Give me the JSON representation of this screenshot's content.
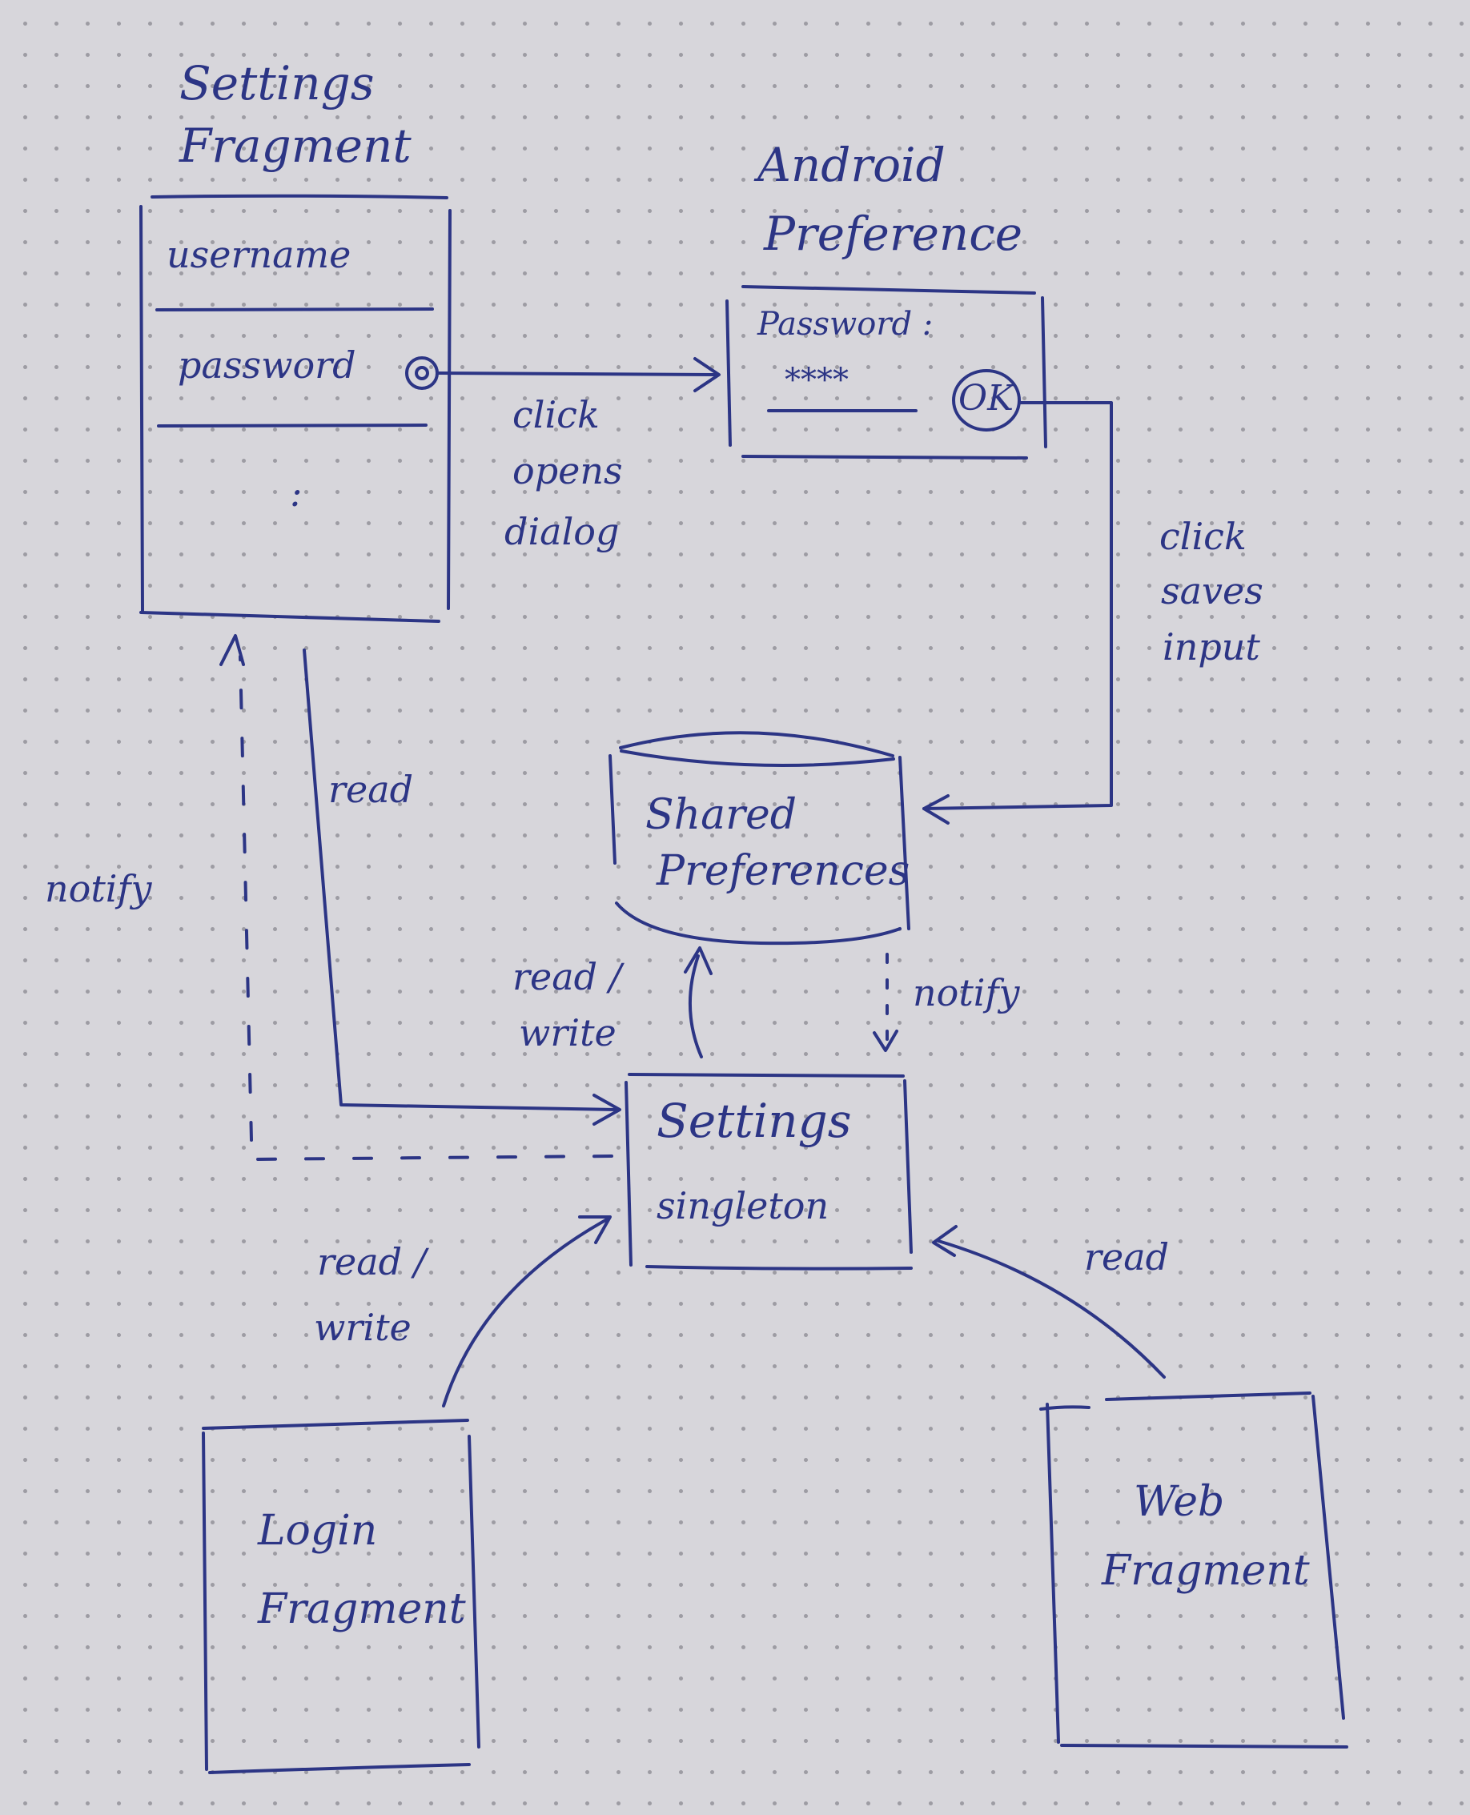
{
  "settings_fragment": {
    "title_line1": "Settings",
    "title_line2": "Fragment",
    "items": [
      "username",
      "password"
    ],
    "ellipsis": ":"
  },
  "android_preference": {
    "title_line1": "Android",
    "title_line2": "Preference",
    "field_label": "Password :",
    "masked_value": "****",
    "ok_label": "OK"
  },
  "shared_preferences": {
    "line1": "Shared",
    "line2": "Preferences"
  },
  "settings_singleton": {
    "line1": "Settings",
    "line2": "singleton"
  },
  "login_fragment": {
    "line1": "Login",
    "line2": "Fragment"
  },
  "web_fragment": {
    "line1": "Web",
    "line2": "Fragment"
  },
  "edge_labels": {
    "click_opens_dialog": [
      "click",
      "opens",
      "dialog"
    ],
    "click_saves_input": [
      "click",
      "saves",
      "input"
    ],
    "read_left": "read",
    "notify_left": "notify",
    "read_write_center": [
      "read /",
      "write"
    ],
    "notify_right": "notify",
    "read_write_login": [
      "read /",
      "write"
    ],
    "read_web": "read"
  }
}
